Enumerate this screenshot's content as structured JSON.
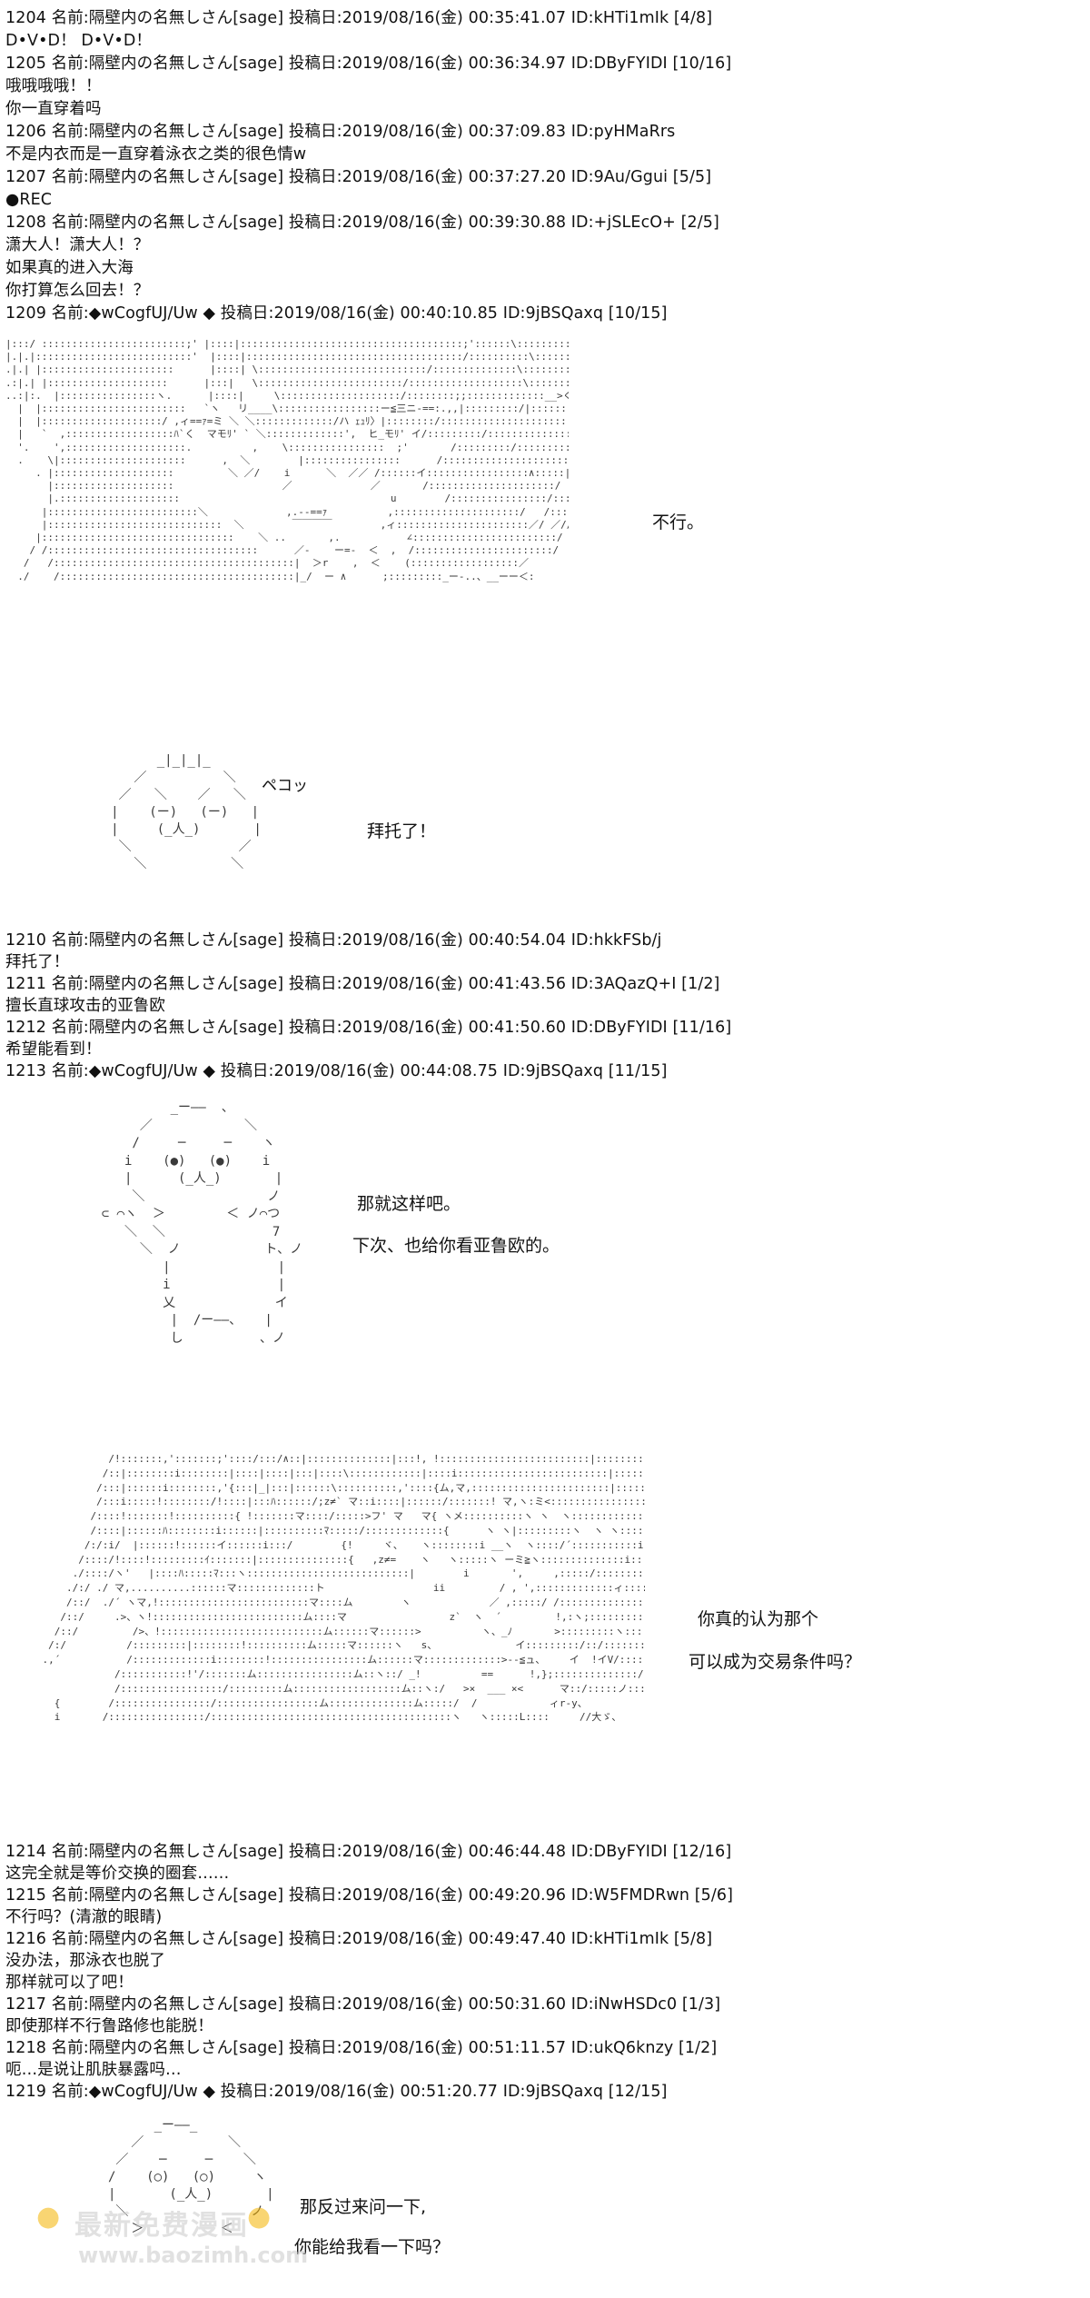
{
  "posts": [
    {
      "header": "1204 名前:隔壁内の名無しさん[sage] 投稿日:2019/08/16(金) 00:35:41.07 ID:kHTi1mIk [4/8]",
      "body": [
        "D•V•D！ D•V•D！"
      ]
    },
    {
      "header": "1205 名前:隔壁内の名無しさん[sage] 投稿日:2019/08/16(金) 00:36:34.97 ID:DByFYIDI [10/16]",
      "body": [
        "哦哦哦哦！！",
        "你一直穿着吗"
      ]
    },
    {
      "header": "1206 名前:隔壁内の名無しさん[sage] 投稿日:2019/08/16(金) 00:37:09.83 ID:pyHMaRrs",
      "body": [
        "不是内衣而是一直穿着泳衣之类的很色情w"
      ]
    },
    {
      "header": "1207 名前:隔壁内の名無しさん[sage] 投稿日:2019/08/16(金) 00:37:27.20 ID:9Au/Ggui [5/5]",
      "body": [
        "●REC"
      ]
    },
    {
      "header": "1208 名前:隔壁内の名無しさん[sage] 投稿日:2019/08/16(金) 00:39:30.88 ID:+jSLEcO+ [2/5]",
      "body": [
        "潇大人！潇大人！？",
        "如果真的进入大海",
        "你打算怎么回去！？"
      ]
    },
    {
      "header": "1209 名前:◆wCogfUJ/Uw ◆ 投稿日:2019/08/16(金) 00:40:10.85 ID:9jBSQaxq [10/15]",
      "body": []
    },
    {
      "header": "1210 名前:隔壁内の名無しさん[sage] 投稿日:2019/08/16(金) 00:40:54.04 ID:hkkFSb/j",
      "body": [
        "拜托了！"
      ]
    },
    {
      "header": "1211 名前:隔壁内の名無しさん[sage] 投稿日:2019/08/16(金) 00:41:43.56 ID:3AQazQ+I [1/2]",
      "body": [
        "擅长直球攻击的亚鲁欧"
      ]
    },
    {
      "header": "1212 名前:隔壁内の名無しさん[sage] 投稿日:2019/08/16(金) 00:41:50.60 ID:DByFYIDI [11/16]",
      "body": [
        "希望能看到！"
      ]
    },
    {
      "header": "1213 名前:◆wCogfUJ/Uw ◆ 投稿日:2019/08/16(金) 00:44:08.75 ID:9jBSQaxq [11/15]",
      "body": []
    },
    {
      "header": "1214 名前:隔壁内の名無しさん[sage] 投稿日:2019/08/16(金) 00:46:44.48 ID:DByFYIDI [12/16]",
      "body": [
        "这完全就是等价交换的圈套……"
      ]
    },
    {
      "header": "1215 名前:隔壁内の名無しさん[sage] 投稿日:2019/08/16(金) 00:49:20.96 ID:W5FMDRwn [5/6]",
      "body": [
        "不行吗？(清澈的眼睛)"
      ]
    },
    {
      "header": "1216 名前:隔壁内の名無しさん[sage] 投稿日:2019/08/16(金) 00:49:47.40 ID:kHTi1mIk [5/8]",
      "body": [
        "没办法，那泳衣也脱了",
        "那样就可以了吧！"
      ]
    },
    {
      "header": "1217 名前:隔壁内の名無しさん[sage] 投稿日:2019/08/16(金) 00:50:31.60 ID:iNwHSDc0 [1/3]",
      "body": [
        "即使那样不行鲁路修也能脱！"
      ]
    },
    {
      "header": "1218 名前:隔壁内の名無しさん[sage] 投稿日:2019/08/16(金) 00:51:11.57 ID:ukQ6knzy [1/2]",
      "body": [
        "呃…是说让肌肤暴露吗…"
      ]
    },
    {
      "header": "1219 名前:◆wCogfUJ/Uw ◆ 投稿日:2019/08/16(金) 00:51:20.77 ID:9jBSQaxq [12/15]",
      "body": []
    }
  ],
  "speech": {
    "s1": "不行。",
    "s2": "ペコッ",
    "s3": "拜托了！",
    "s4a": "那就这样吧。",
    "s4b": "下次、也给你看亚鲁欧的。",
    "s5a": "你真的认为那个",
    "s5b": "可以成为交易条件吗？",
    "s6a": "那反过来问一下,",
    "s6b": "你能给我看一下吗？"
  },
  "watermark": {
    "title": "最新免费漫画",
    "url": "www.baozimh.com",
    "icon": "bun-icon",
    "icon_color": "#f5b400"
  }
}
